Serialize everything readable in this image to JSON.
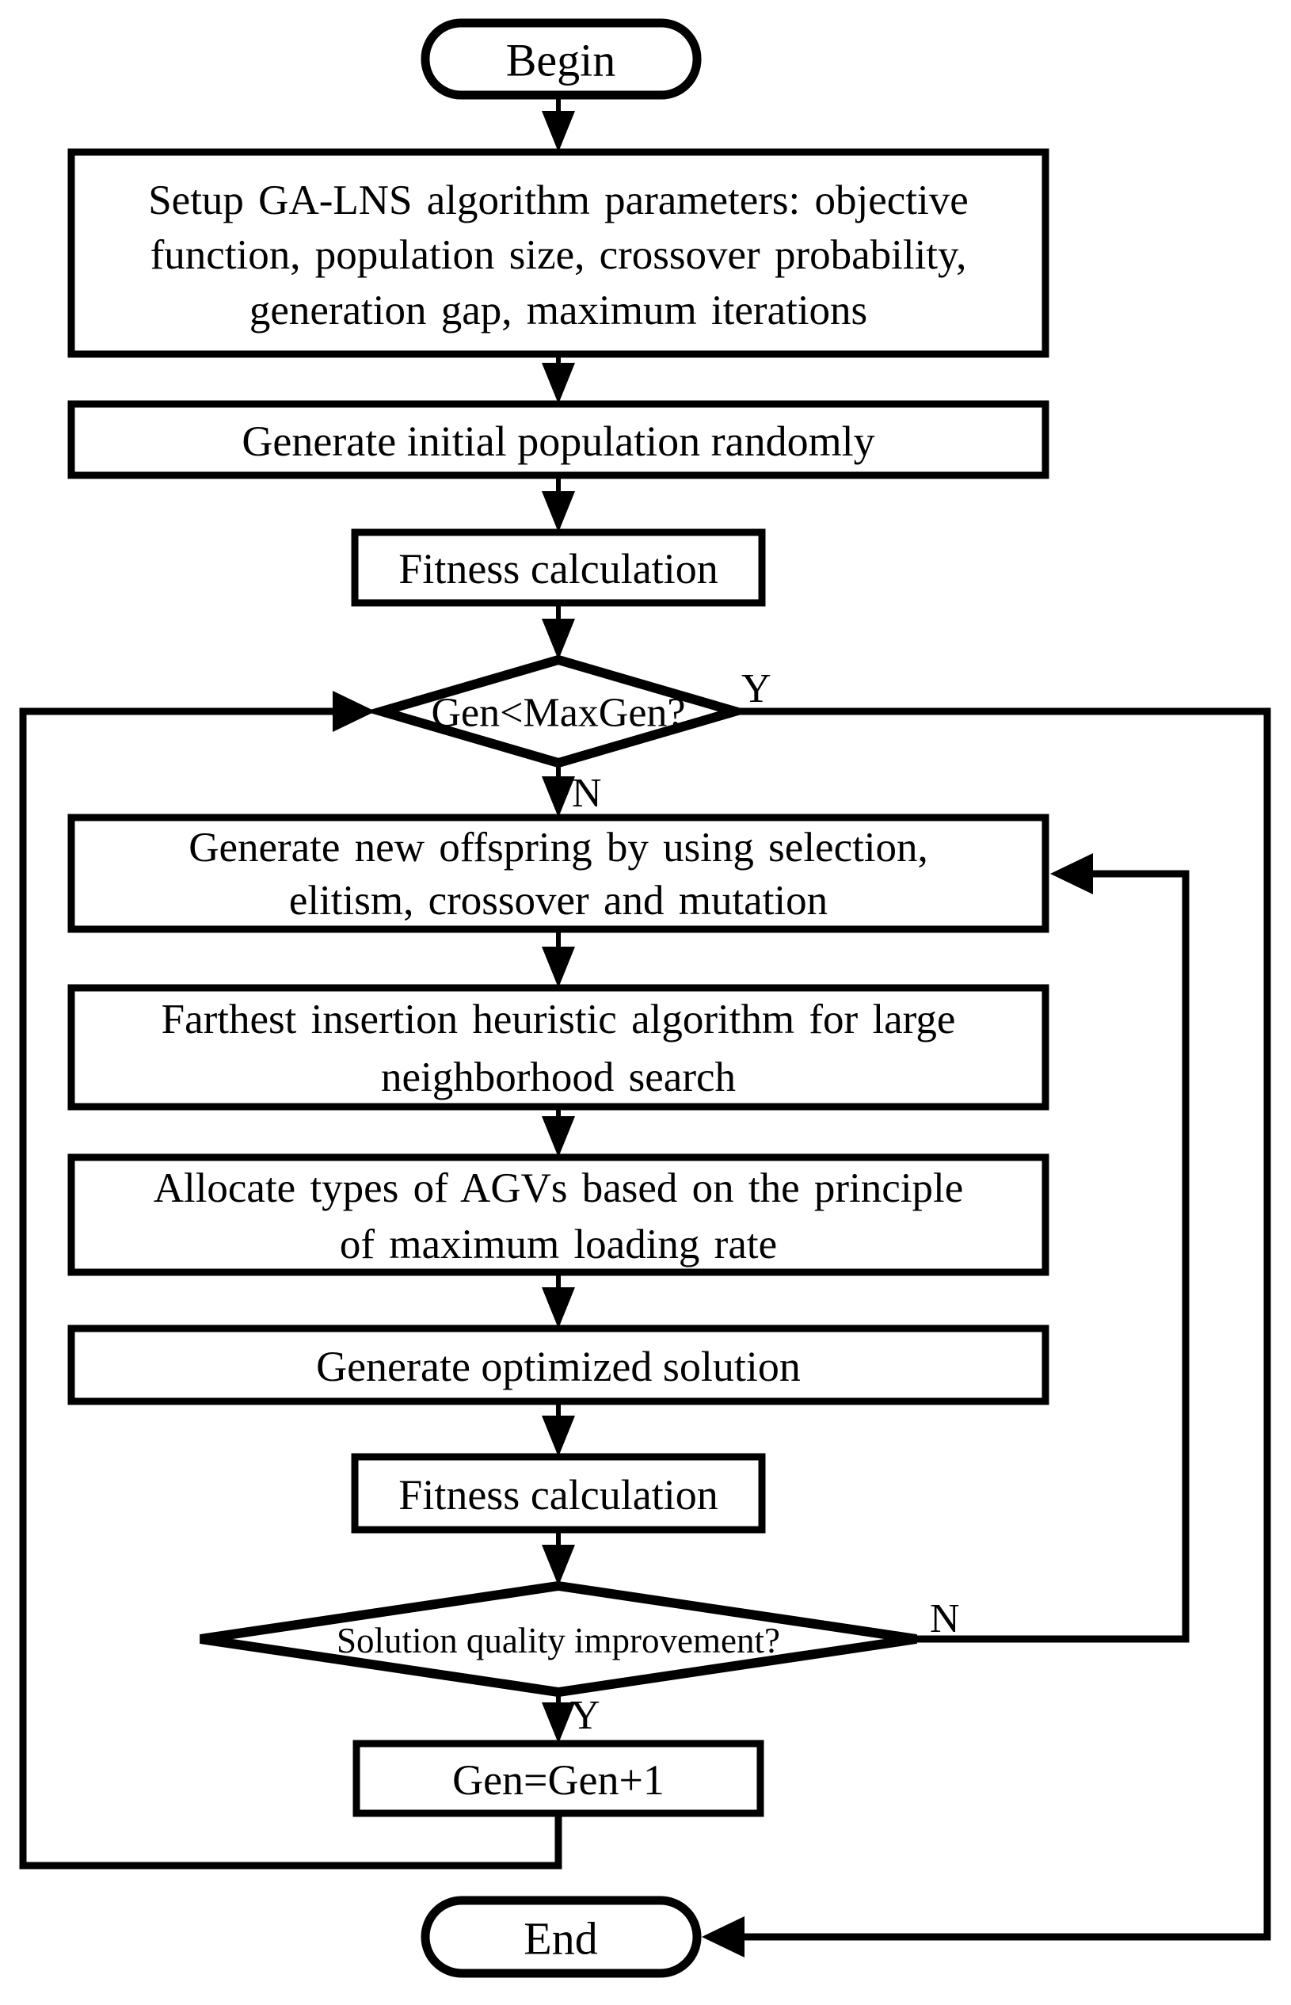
{
  "figure": {
    "type": "flowchart",
    "colors": {
      "stroke": "#000000",
      "background": "#ffffff"
    },
    "nodes": {
      "begin": {
        "label": "Begin"
      },
      "setup": {
        "lines": [
          "Setup GA-LNS algorithm parameters: objective",
          "function, population size, crossover probability,",
          "generation gap, maximum iterations"
        ]
      },
      "init_population": {
        "label": "Generate initial population randomly"
      },
      "fitness_1": {
        "label": "Fitness calculation"
      },
      "gen_check": {
        "label": "Gen<MaxGen?",
        "yes": "Y",
        "no": "N"
      },
      "offspring": {
        "lines": [
          "Generate new offspring by using selection,",
          "elitism, crossover and mutation"
        ]
      },
      "farthest_insertion": {
        "lines": [
          "Farthest insertion heuristic algorithm for large",
          "neighborhood search"
        ]
      },
      "allocate_agv": {
        "lines": [
          "Allocate types of AGVs based on the principle",
          "of maximum loading rate"
        ]
      },
      "optimized_solution": {
        "label": "Generate optimized solution"
      },
      "fitness_2": {
        "label": "Fitness calculation"
      },
      "quality_check": {
        "label": "Solution quality improvement?",
        "yes": "Y",
        "no": "N"
      },
      "increment": {
        "label": "Gen=Gen+1"
      },
      "end": {
        "label": "End"
      }
    }
  }
}
